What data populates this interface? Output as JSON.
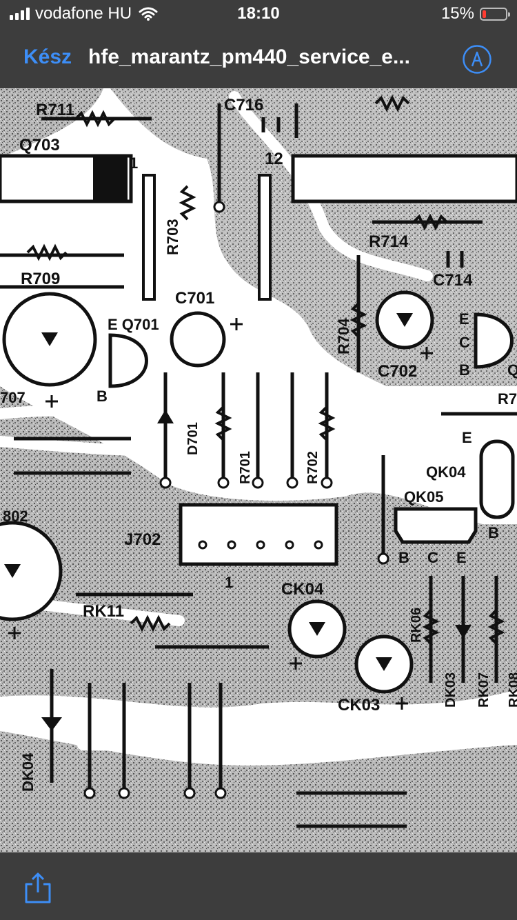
{
  "status_bar": {
    "carrier": "vodafone HU",
    "time": "18:10",
    "battery_percent": "15%",
    "battery_level": 0.15,
    "battery_color": "#ff3b30"
  },
  "nav": {
    "done_label": "Kész",
    "title": "hfe_marantz_pm440_service_e...",
    "accent_color": "#3d8ef7",
    "markup_icon": "markup-pen-icon"
  },
  "document": {
    "labels": {
      "r711": "R711",
      "c716": "C716",
      "q703": "Q703",
      "pin1_top": "1",
      "pin12": "12",
      "r703": "R703",
      "r714": "R714",
      "c714": "C714",
      "r709": "R709",
      "c701": "C701",
      "e_q701": "E Q701",
      "b_q701": "B",
      "r704": "R704",
      "c702": "C702",
      "e_right": "E",
      "c_right": "C",
      "b_right": "B",
      "q_right": "Q",
      "l707": "707",
      "r7_right": "R7",
      "d701": "D701",
      "r701": "R701",
      "r702": "R702",
      "e_qk04": "E",
      "qk04": "QK04",
      "qk05": "QK05",
      "l802": "802",
      "j702": "J702",
      "b_qk04": "B",
      "b_qk05": "B",
      "c_qk05": "C",
      "e_qk05": "E",
      "pin1_j702": "1",
      "ck04": "CK04",
      "rk11": "RK11",
      "rk06": "RK06",
      "ck03": "CK03",
      "dk03": "DK03",
      "rk07": "RK07",
      "rk08": "RK08",
      "dk04": "DK04"
    }
  },
  "toolbar": {
    "share_icon": "share-icon"
  }
}
